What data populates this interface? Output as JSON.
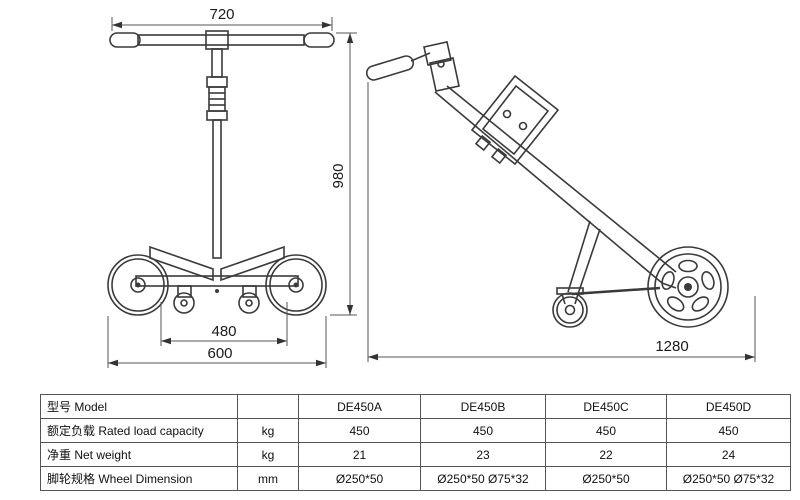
{
  "drawings": {
    "front_view": {
      "top_width": "720",
      "height": "980",
      "inner_width": "480",
      "outer_width": "600"
    },
    "side_view": {
      "length": "1280"
    }
  },
  "table": {
    "rows": [
      {
        "label": "型号 Model",
        "unit": "",
        "values": [
          "DE450A",
          "DE450B",
          "DE450C",
          "DE450D"
        ]
      },
      {
        "label": "额定负载 Rated load capacity",
        "unit": "kg",
        "values": [
          "450",
          "450",
          "450",
          "450"
        ]
      },
      {
        "label": "净重 Net weight",
        "unit": "kg",
        "values": [
          "21",
          "23",
          "22",
          "24"
        ]
      },
      {
        "label": "脚轮规格 Wheel Dimension",
        "unit": "mm",
        "values": [
          "Ø250*50",
          "Ø250*50 Ø75*32",
          "Ø250*50",
          "Ø250*50 Ø75*32"
        ]
      }
    ]
  }
}
